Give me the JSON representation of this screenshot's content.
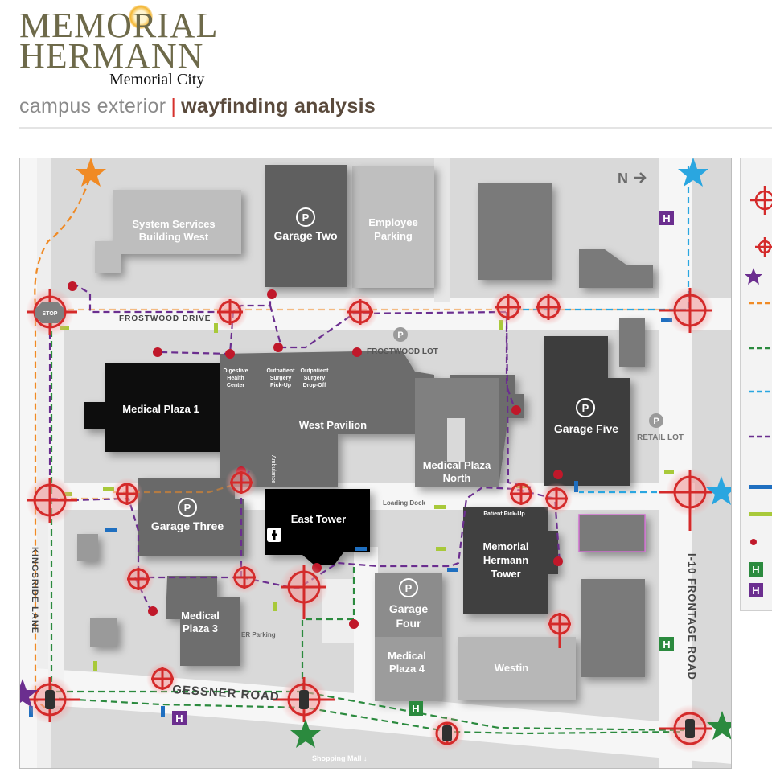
{
  "logo": {
    "line1": "MEMORIAL",
    "line2": "HERMANN",
    "sub": "Memorial City"
  },
  "heading": {
    "part1": "campus exterior",
    "separator": "|",
    "part2": "wayfinding analysis"
  },
  "north": "N",
  "streets": {
    "frostwood_drive": "FROSTWOOD DRIVE",
    "kingsride_lane": "KINGSRIDE LANE",
    "gessner_road": "GESSNER ROAD",
    "frontage_road": "I-10 FRONTAGE ROAD"
  },
  "buildings": {
    "system_services": "System Services Building West",
    "garage_two": "Garage Two",
    "employee_parking": "Employee Parking",
    "medical_plaza_1": "Medical Plaza 1",
    "west_pavilion": "West Pavilion",
    "medical_plaza_north": "Medical Plaza North",
    "garage_five": "Garage Five",
    "garage_three": "Garage Three",
    "east_tower": "East Tower",
    "memorial_hermann_tower": "Memorial Hermann Tower",
    "medical_plaza_3": "Medical Plaza 3",
    "garage_four": "Garage Four",
    "medical_plaza_4": "Medical Plaza 4",
    "westin": "Westin"
  },
  "labels": {
    "frostwood_lot": "FROSTWOOD LOT",
    "retail_lot": "RETAIL LOT",
    "digestive": "Digestive Health Center",
    "outpatient_pickup": "Outpatient Surgery Pick-Up",
    "outpatient_dropoff": "Outpatient Surgery Drop-Off",
    "loading_dock": "Loading Dock",
    "patient_pickup": "Patient Pick-Up",
    "er_parking": "ER Parking",
    "shopping_mall": "Shopping Mall ↓",
    "ambulance": "Ambulance",
    "stop": "STOP",
    "parking_symbol": "P",
    "hospital_h": "H"
  },
  "colors": {
    "route_orange": "#f08a24",
    "route_green": "#2b8a3e",
    "route_blue": "#2aa6e0",
    "route_purple": "#6b2e8f",
    "node_red": "#d42a2a",
    "sign_blue": "#1f6fc0",
    "sign_green": "#a8c93a",
    "star_purple": "#6b2e8f",
    "h_green": "#2b8a3e",
    "h_purple": "#6b2e8f"
  },
  "legend": {
    "items": [
      "intersection-icon",
      "small-intersection-icon",
      "star-icon",
      "orange-route",
      "green-route",
      "blue-route",
      "purple-route",
      "blue-sign",
      "green-sign",
      "red-dot",
      "green-h-icon",
      "purple-h-icon"
    ]
  }
}
